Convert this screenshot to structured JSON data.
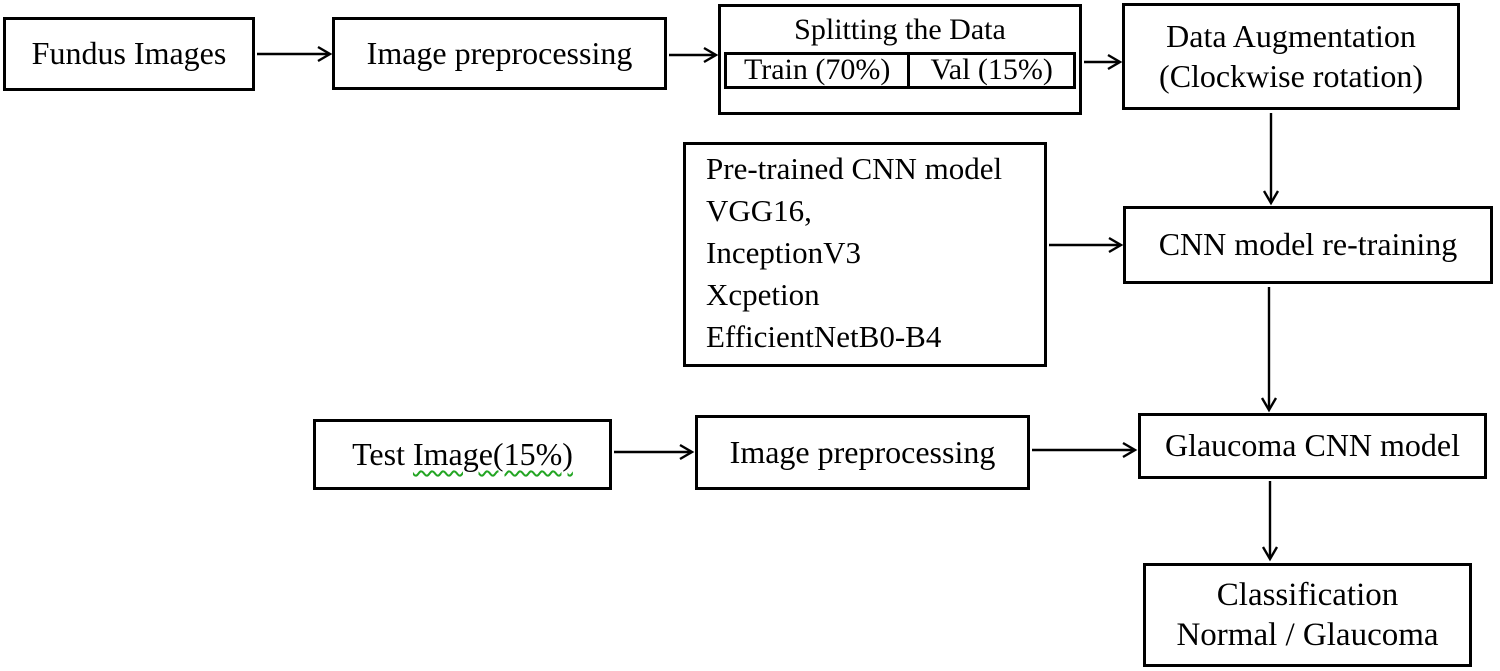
{
  "figure": {
    "type": "flowchart",
    "background_color": "#ffffff",
    "box_border_color": "#000000",
    "arrow_color": "#000000",
    "spellcheck_squiggle_color": "#23a523"
  },
  "nodes": {
    "fundus": {
      "label": "Fundus Images"
    },
    "preprocessing_top": {
      "label": "Image preprocessing"
    },
    "splitting": {
      "title": "Splitting the Data",
      "cells": [
        {
          "label": "Train (70%)"
        },
        {
          "label": "Val (15%)"
        }
      ]
    },
    "augmentation": {
      "lines": [
        "Data Augmentation",
        "(Clockwise rotation)"
      ]
    },
    "pretrained": {
      "lines": [
        "Pre-trained CNN model",
        "VGG16,",
        "InceptionV3",
        "Xcpetion",
        "EfficientNetB0-B4"
      ]
    },
    "retraining": {
      "label": "CNN model re-training"
    },
    "test_image": {
      "prefix": "Test ",
      "squiggle_text": "Image(15%)"
    },
    "preprocessing_bottom": {
      "label": "Image preprocessing"
    },
    "glaucoma_model": {
      "label": "Glaucoma CNN model"
    },
    "classification": {
      "lines": [
        "Classification",
        "Normal / Glaucoma"
      ]
    }
  }
}
